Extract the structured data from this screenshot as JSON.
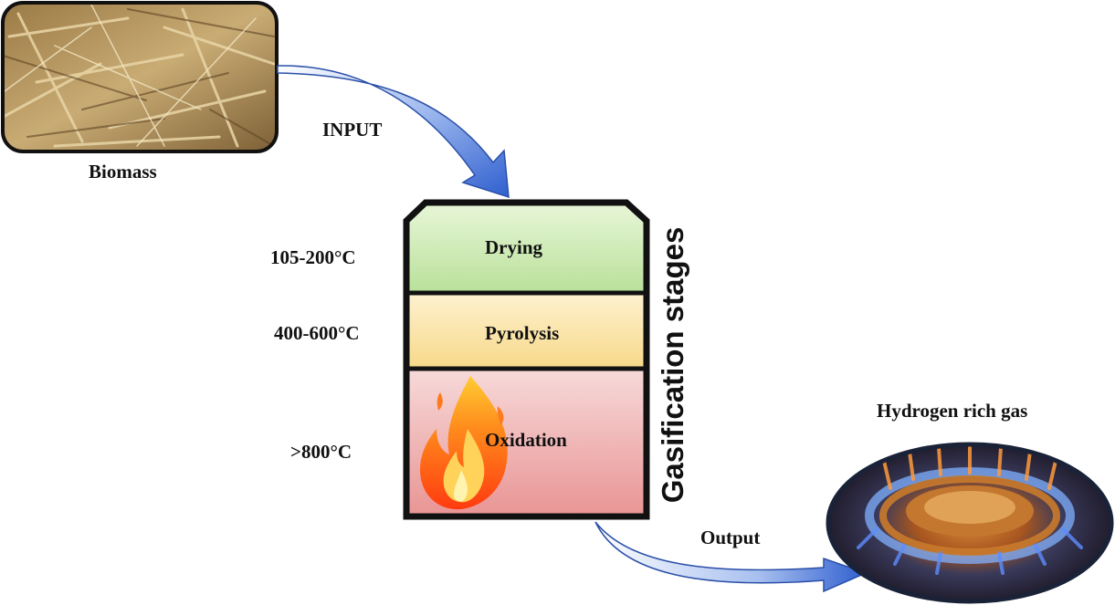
{
  "input": {
    "image_caption": "Biomass",
    "arrow_label": "INPUT"
  },
  "stages_title": "Gasification stages",
  "stages": [
    {
      "name": "Drying",
      "temperature": "105-200°C",
      "color": "#cfeab2"
    },
    {
      "name": "Pyrolysis",
      "temperature": "400-600°C",
      "color": "#fbe7a8"
    },
    {
      "name": "Oxidation",
      "temperature": ">800°C",
      "color": "#f0b3b3"
    }
  ],
  "output": {
    "arrow_label": "Output",
    "image_caption": "Hydrogen rich gas"
  },
  "colors": {
    "arrow": "#3e6fd6",
    "outline": "#111111"
  },
  "icons": [
    "straw-photo",
    "flame-icon",
    "gas-burner-photo"
  ]
}
